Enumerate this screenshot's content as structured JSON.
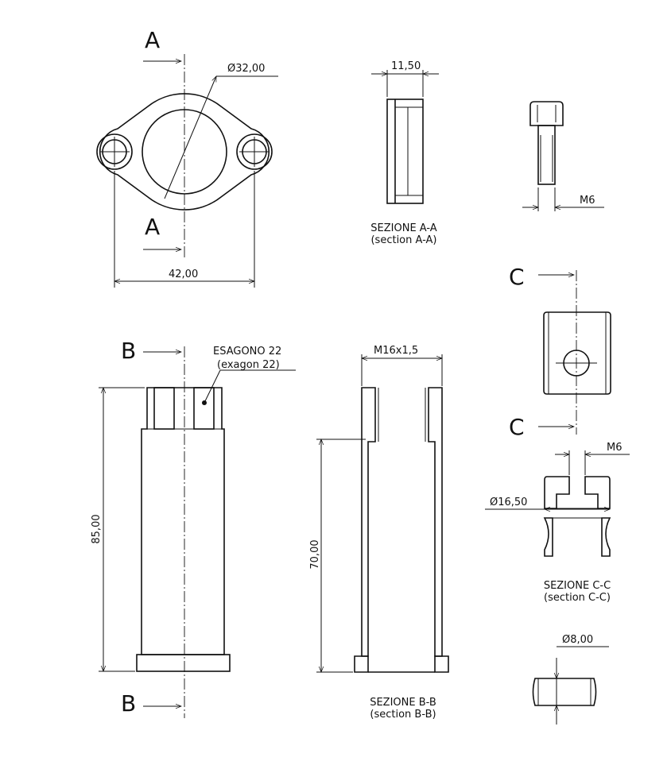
{
  "section_marks": {
    "a_top": "A",
    "a_bottom": "A",
    "b_top": "B",
    "b_bottom": "B",
    "c_top": "C",
    "c_bottom": "C"
  },
  "dimensions": {
    "flange_bore_diameter": "Ø32,00",
    "flange_hole_spacing": "42,00",
    "section_a_width": "11,50",
    "screw_thread": "M6",
    "body_length": "85,00",
    "section_b_thread": "M16x1,5",
    "section_b_depth": "70,00",
    "section_c_thread": "M6",
    "section_c_diameter": "Ø16,50",
    "pin_diameter": "Ø8,00"
  },
  "notes": {
    "hexagon_it": "ESAGONO 22",
    "hexagon_en": "(exagon 22)"
  },
  "captions": {
    "section_a_it": "SEZIONE A-A",
    "section_a_en": "(section A-A)",
    "section_b_it": "SEZIONE B-B",
    "section_b_en": "(section B-B)",
    "section_c_it": "SEZIONE C-C",
    "section_c_en": "(section C-C)"
  }
}
